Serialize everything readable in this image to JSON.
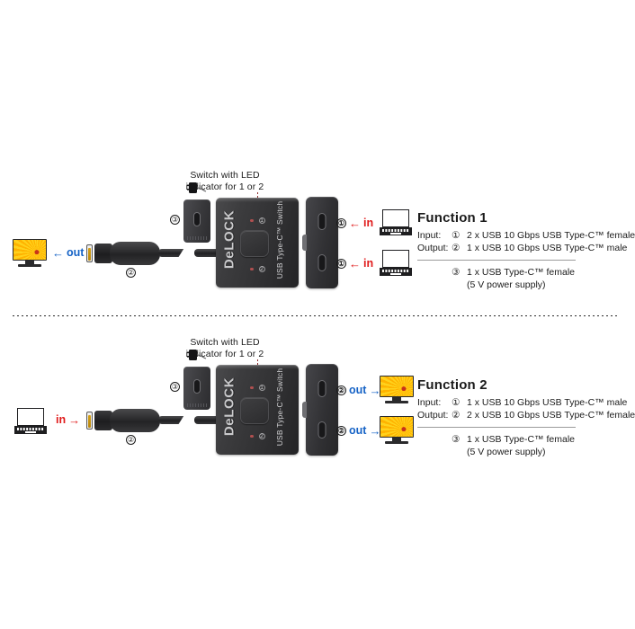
{
  "caption": {
    "line1": "Switch with LED",
    "line2": "indicator for 1 or 2"
  },
  "device": {
    "brand": "DeLOCK",
    "side_label": "USB Type-C™ Switch",
    "led_top_number": "1",
    "led_bottom_number": "2"
  },
  "markers": {
    "one": "①",
    "two": "②",
    "three": "③"
  },
  "colors": {
    "in": "#e01b1b",
    "out": "#1663c6",
    "body": "#313133",
    "text": "#1b1b1b"
  },
  "function1": {
    "title": "Function  1",
    "left_flow": {
      "label": "out",
      "arrow": "←",
      "marker": "②"
    },
    "port_flows": [
      {
        "marker": "①",
        "arrow": "←",
        "label": "in",
        "device": "laptop"
      },
      {
        "marker": "①",
        "arrow": "←",
        "label": "in",
        "device": "laptop"
      }
    ],
    "left_device": "monitor",
    "cable_marker": "②",
    "side_marker": "③",
    "rows": [
      {
        "key": "Input:",
        "num": "①",
        "value": "2 x USB 10 Gbps USB Type-C™ female"
      },
      {
        "key": "Output:",
        "num": "②",
        "value": "1 x USB 10 Gbps USB Type-C™ male"
      }
    ],
    "note": {
      "num": "③",
      "value": "1 x USB Type-C™ female",
      "sub": "(5 V power supply)"
    }
  },
  "function2": {
    "title": "Function  2",
    "left_flow": {
      "label": "in",
      "arrow": "→",
      "marker": "②"
    },
    "port_flows": [
      {
        "marker": "②",
        "arrow": "→",
        "label": "out",
        "device": "monitor"
      },
      {
        "marker": "②",
        "arrow": "→",
        "label": "out",
        "device": "monitor"
      }
    ],
    "left_device": "laptop",
    "cable_marker": "②",
    "side_marker": "③",
    "rows": [
      {
        "key": "Input:",
        "num": "①",
        "value": "1 x USB 10 Gbps USB Type-C™ male"
      },
      {
        "key": "Output:",
        "num": "②",
        "value": "2 x USB 10 Gbps USB Type-C™ female"
      }
    ],
    "note": {
      "num": "③",
      "value": "1 x USB Type-C™ female",
      "sub": "(5 V power supply)"
    }
  }
}
